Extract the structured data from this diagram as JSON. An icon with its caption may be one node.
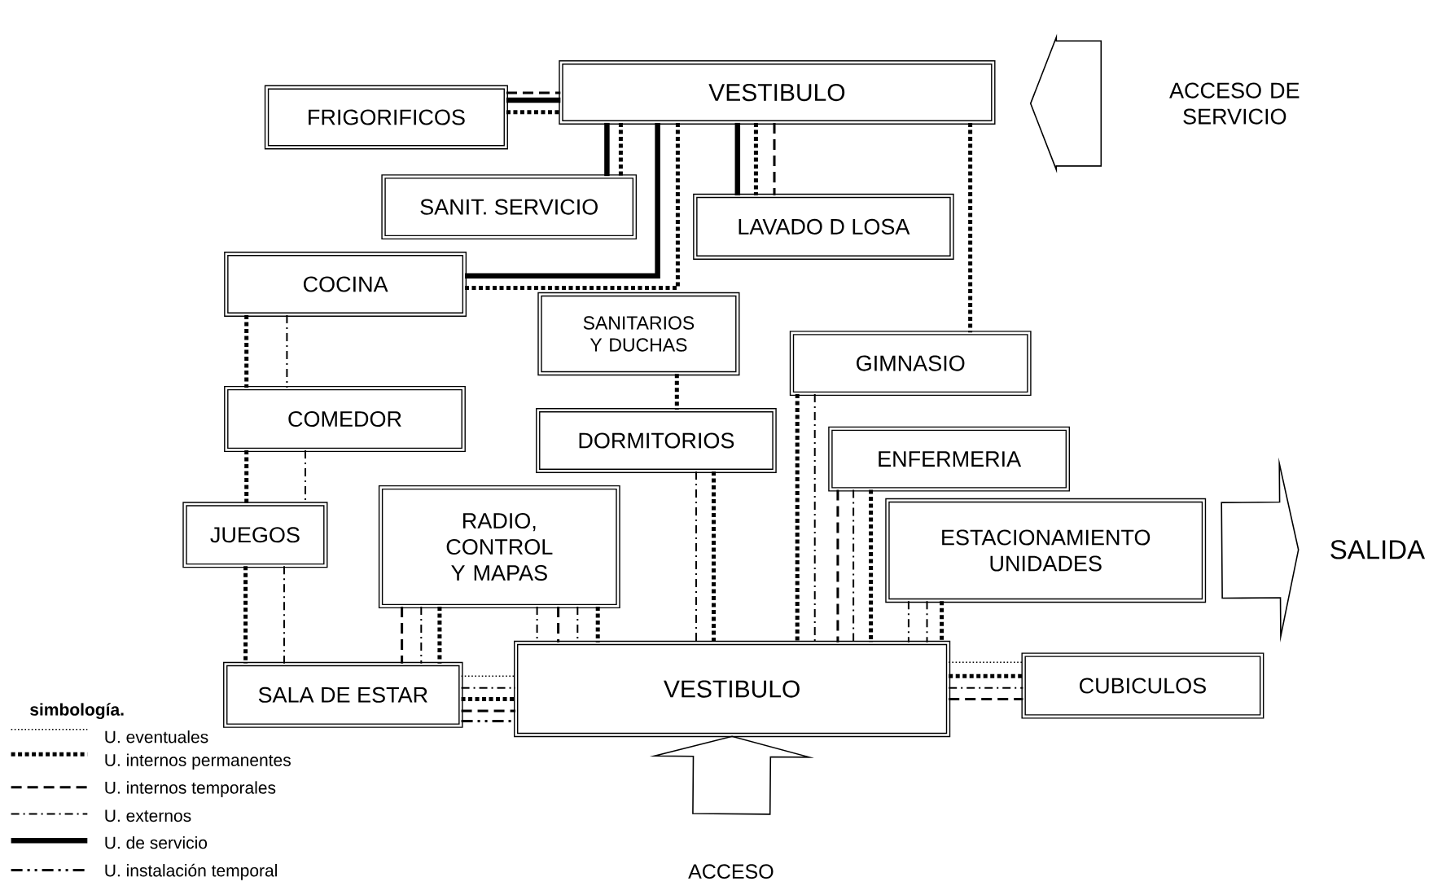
{
  "diagram": {
    "nodes": [
      {
        "text": [
          "VESTIBULO"
        ]
      },
      {
        "text": [
          "FRIGORIFICOS"
        ]
      },
      {
        "text": [
          "SANIT. SERVICIO"
        ]
      },
      {
        "text": [
          "LAVADO D LOSA"
        ]
      },
      {
        "text": [
          "COCINA"
        ]
      },
      {
        "text": [
          "SANITARIOS Y DUCHAS"
        ]
      },
      {
        "text": [
          "GIMNASIO"
        ]
      },
      {
        "text": [
          "COMEDOR"
        ]
      },
      {
        "text": [
          "DORMITORIOS"
        ]
      },
      {
        "text": [
          "ENFERMERIA"
        ]
      },
      {
        "text": [
          "JUEGOS"
        ]
      },
      {
        "text": [
          "RADIO, CONTROL Y MAPAS"
        ]
      },
      {
        "text": [
          "ESTACIONAMIENTO UNIDADES"
        ]
      },
      {
        "text": [
          "VESTIBULO"
        ]
      },
      {
        "text": [
          "SALA DE ESTAR"
        ]
      },
      {
        "text": [
          "CUBICULOS"
        ]
      },
      {
        "text": [
          "ACCESO DE SERVICIO"
        ]
      },
      {
        "text": [
          "SALIDA"
        ]
      },
      {
        "text": [
          "ACCESO"
        ]
      }
    ],
    "edges": [
      {
        "from": 1,
        "to": 0,
        "arrow": "none",
        "style": "dashed"
      },
      {
        "from": 1,
        "to": 0,
        "arrow": "none",
        "style": "thick"
      },
      {
        "from": 1,
        "to": 0,
        "arrow": "none",
        "style": "dashed"
      },
      {
        "from": 0,
        "to": 2,
        "arrow": "none",
        "style": "thick"
      },
      {
        "from": 0,
        "to": 2,
        "arrow": "none",
        "style": "dashed"
      },
      {
        "from": 0,
        "to": 4,
        "arrow": "none",
        "style": "thick"
      },
      {
        "from": 0,
        "to": 4,
        "arrow": "none",
        "style": "dashed"
      },
      {
        "from": 0,
        "to": 3,
        "arrow": "none",
        "style": "thick"
      },
      {
        "from": 0,
        "to": 3,
        "arrow": "none",
        "style": "dashed"
      },
      {
        "from": 0,
        "to": 3,
        "arrow": "none",
        "style": "dashed"
      },
      {
        "from": 0,
        "to": 6,
        "arrow": "none",
        "style": "dashed"
      },
      {
        "from": 4,
        "to": 7,
        "arrow": "none",
        "style": "dashed"
      },
      {
        "from": 4,
        "to": 7,
        "arrow": "none",
        "style": "dashed"
      },
      {
        "from": 5,
        "to": 8,
        "arrow": "none",
        "style": "dashed"
      },
      {
        "from": 7,
        "to": 10,
        "arrow": "none",
        "style": "dashed"
      },
      {
        "from": 7,
        "to": 10,
        "arrow": "none",
        "style": "dashed"
      },
      {
        "from": 10,
        "to": 14,
        "arrow": "none",
        "style": "dashed"
      },
      {
        "from": 10,
        "to": 14,
        "arrow": "none",
        "style": "dashed"
      },
      {
        "from": 11,
        "to": 14,
        "arrow": "none",
        "style": "dashed"
      },
      {
        "from": 11,
        "to": 14,
        "arrow": "none",
        "style": "dashed"
      },
      {
        "from": 11,
        "to": 14,
        "arrow": "none",
        "style": "dashed"
      },
      {
        "from": 11,
        "to": 13,
        "arrow": "none",
        "style": "dashed"
      },
      {
        "from": 11,
        "to": 13,
        "arrow": "none",
        "style": "dashed"
      },
      {
        "from": 11,
        "to": 13,
        "arrow": "none",
        "style": "dashed"
      },
      {
        "from": 11,
        "to": 13,
        "arrow": "none",
        "style": "dashed"
      },
      {
        "from": 8,
        "to": 13,
        "arrow": "none",
        "style": "dashed"
      },
      {
        "from": 8,
        "to": 13,
        "arrow": "none",
        "style": "dashed"
      },
      {
        "from": 6,
        "to": 13,
        "arrow": "none",
        "style": "dashed"
      },
      {
        "from": 6,
        "to": 13,
        "arrow": "none",
        "style": "dashed"
      },
      {
        "from": 9,
        "to": 13,
        "arrow": "none",
        "style": "dashed"
      },
      {
        "from": 9,
        "to": 13,
        "arrow": "none",
        "style": "dashed"
      },
      {
        "from": 9,
        "to": 13,
        "arrow": "none",
        "style": "dashed"
      },
      {
        "from": 12,
        "to": 13,
        "arrow": "none",
        "style": "dashed"
      },
      {
        "from": 12,
        "to": 13,
        "arrow": "none",
        "style": "dashed"
      },
      {
        "from": 12,
        "to": 13,
        "arrow": "none",
        "style": "dashed"
      },
      {
        "from": 14,
        "to": 13,
        "arrow": "none",
        "style": "dashed"
      },
      {
        "from": 14,
        "to": 13,
        "arrow": "none",
        "style": "dashed"
      },
      {
        "from": 14,
        "to": 13,
        "arrow": "none",
        "style": "dashed"
      },
      {
        "from": 14,
        "to": 13,
        "arrow": "none",
        "style": "dashed"
      },
      {
        "from": 14,
        "to": 13,
        "arrow": "none",
        "style": "dashed"
      },
      {
        "from": 13,
        "to": 15,
        "arrow": "none",
        "style": "dashed"
      },
      {
        "from": 13,
        "to": 15,
        "arrow": "none",
        "style": "dashed"
      },
      {
        "from": 13,
        "to": 15,
        "arrow": "none",
        "style": "dashed"
      },
      {
        "from": 13,
        "to": 15,
        "arrow": "none",
        "style": "dashed"
      },
      {
        "from": 16,
        "to": 0,
        "arrow": "to"
      },
      {
        "from": 12,
        "to": 17,
        "arrow": "to"
      },
      {
        "from": 18,
        "to": 13,
        "arrow": "to"
      }
    ],
    "labels": [
      "simbología."
    ],
    "legend": [
      {
        "text": "U. eventuales"
      },
      {
        "text": "U. internos permanentes"
      },
      {
        "text": "U. internos temporales"
      },
      {
        "text": "U. externos"
      },
      {
        "text": "U. de servicio"
      },
      {
        "text": "U. instalación temporal"
      }
    ]
  }
}
